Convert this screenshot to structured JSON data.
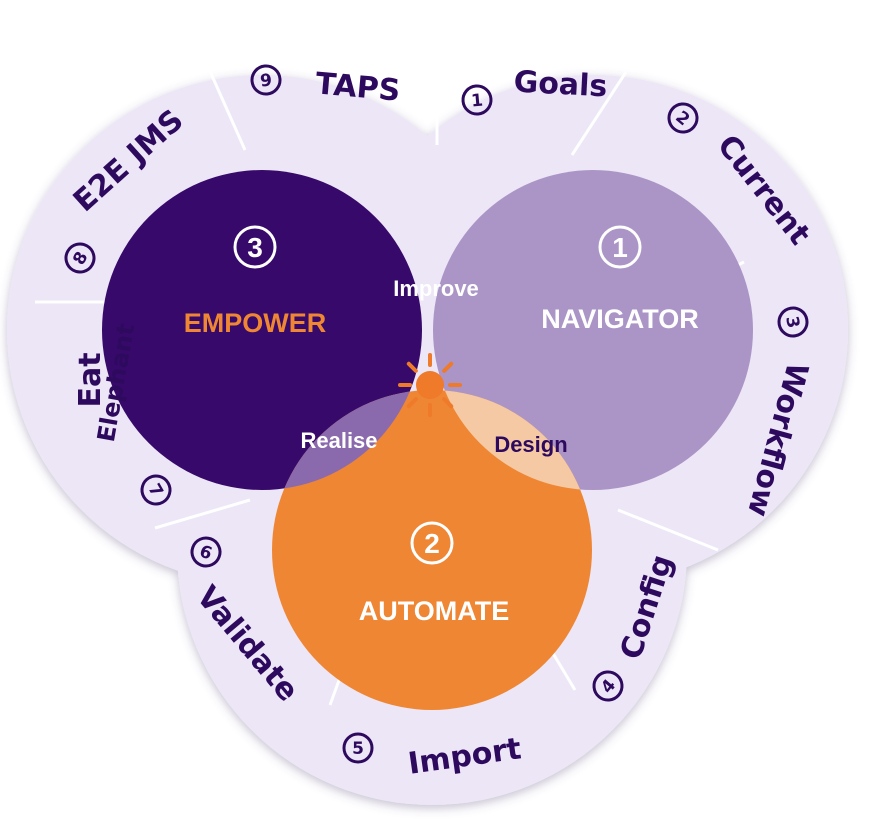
{
  "colors": {
    "segment_fill": "#ece6f6",
    "segment_line": "#ffffff",
    "ink": "#2e0a5e",
    "empower": "#36096a",
    "navigator": "#aa95c6",
    "automate": "#ee8634",
    "improve": "#5a2e8c",
    "realise": "#8a6aad",
    "design": "#f5c9a3",
    "center": "#f1eaf7",
    "sun": "#ee7a2a",
    "empower_title": "#ee8634",
    "white": "#ffffff"
  },
  "segments": [
    {
      "number": "1",
      "label": "Goals"
    },
    {
      "number": "2",
      "label": "Current"
    },
    {
      "number": "3",
      "label": "Workflow"
    },
    {
      "number": "4",
      "label": "Config"
    },
    {
      "number": "5",
      "label": "Import"
    },
    {
      "number": "6",
      "label": "Validate"
    },
    {
      "number": "7",
      "label": "Eat Elephant",
      "line1": "Eat",
      "line2": "Elephant"
    },
    {
      "number": "8",
      "label": "E2E JMS"
    },
    {
      "number": "9",
      "label": "TAPS"
    }
  ],
  "circles": {
    "empower": {
      "number": "3",
      "title": "EMPOWER"
    },
    "navigator": {
      "number": "1",
      "title": "NAVIGATOR"
    },
    "automate": {
      "number": "2",
      "title": "AUTOMATE"
    }
  },
  "overlaps": {
    "improve": "Improve",
    "realise": "Realise",
    "design": "Design"
  },
  "center_icon": "sun-icon"
}
